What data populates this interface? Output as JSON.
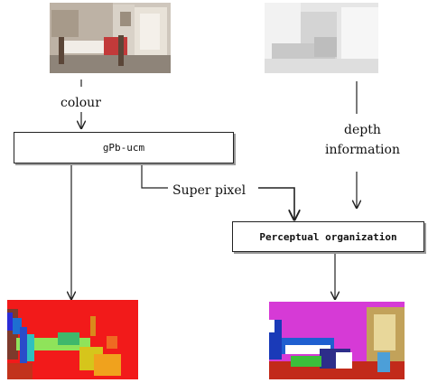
{
  "nodes": {
    "gpb": "gPb-ucm",
    "perceptual": "Perceptual organization"
  },
  "labels": {
    "colour": "colour",
    "depth_line1": "depth",
    "depth_line2": "information",
    "super_pixel": "Super pixel"
  },
  "images": {
    "rgb_input": "input-bedroom-photo",
    "depth_input": "input-depth-map",
    "seg_left": "segmentation-output-gpb",
    "seg_right": "segmentation-output-perceptual"
  },
  "colors": {
    "seg_left_bg": "#f21a1a",
    "seg_right_bg": "#d63ad6",
    "depth_bg": "#e6e6e6"
  }
}
